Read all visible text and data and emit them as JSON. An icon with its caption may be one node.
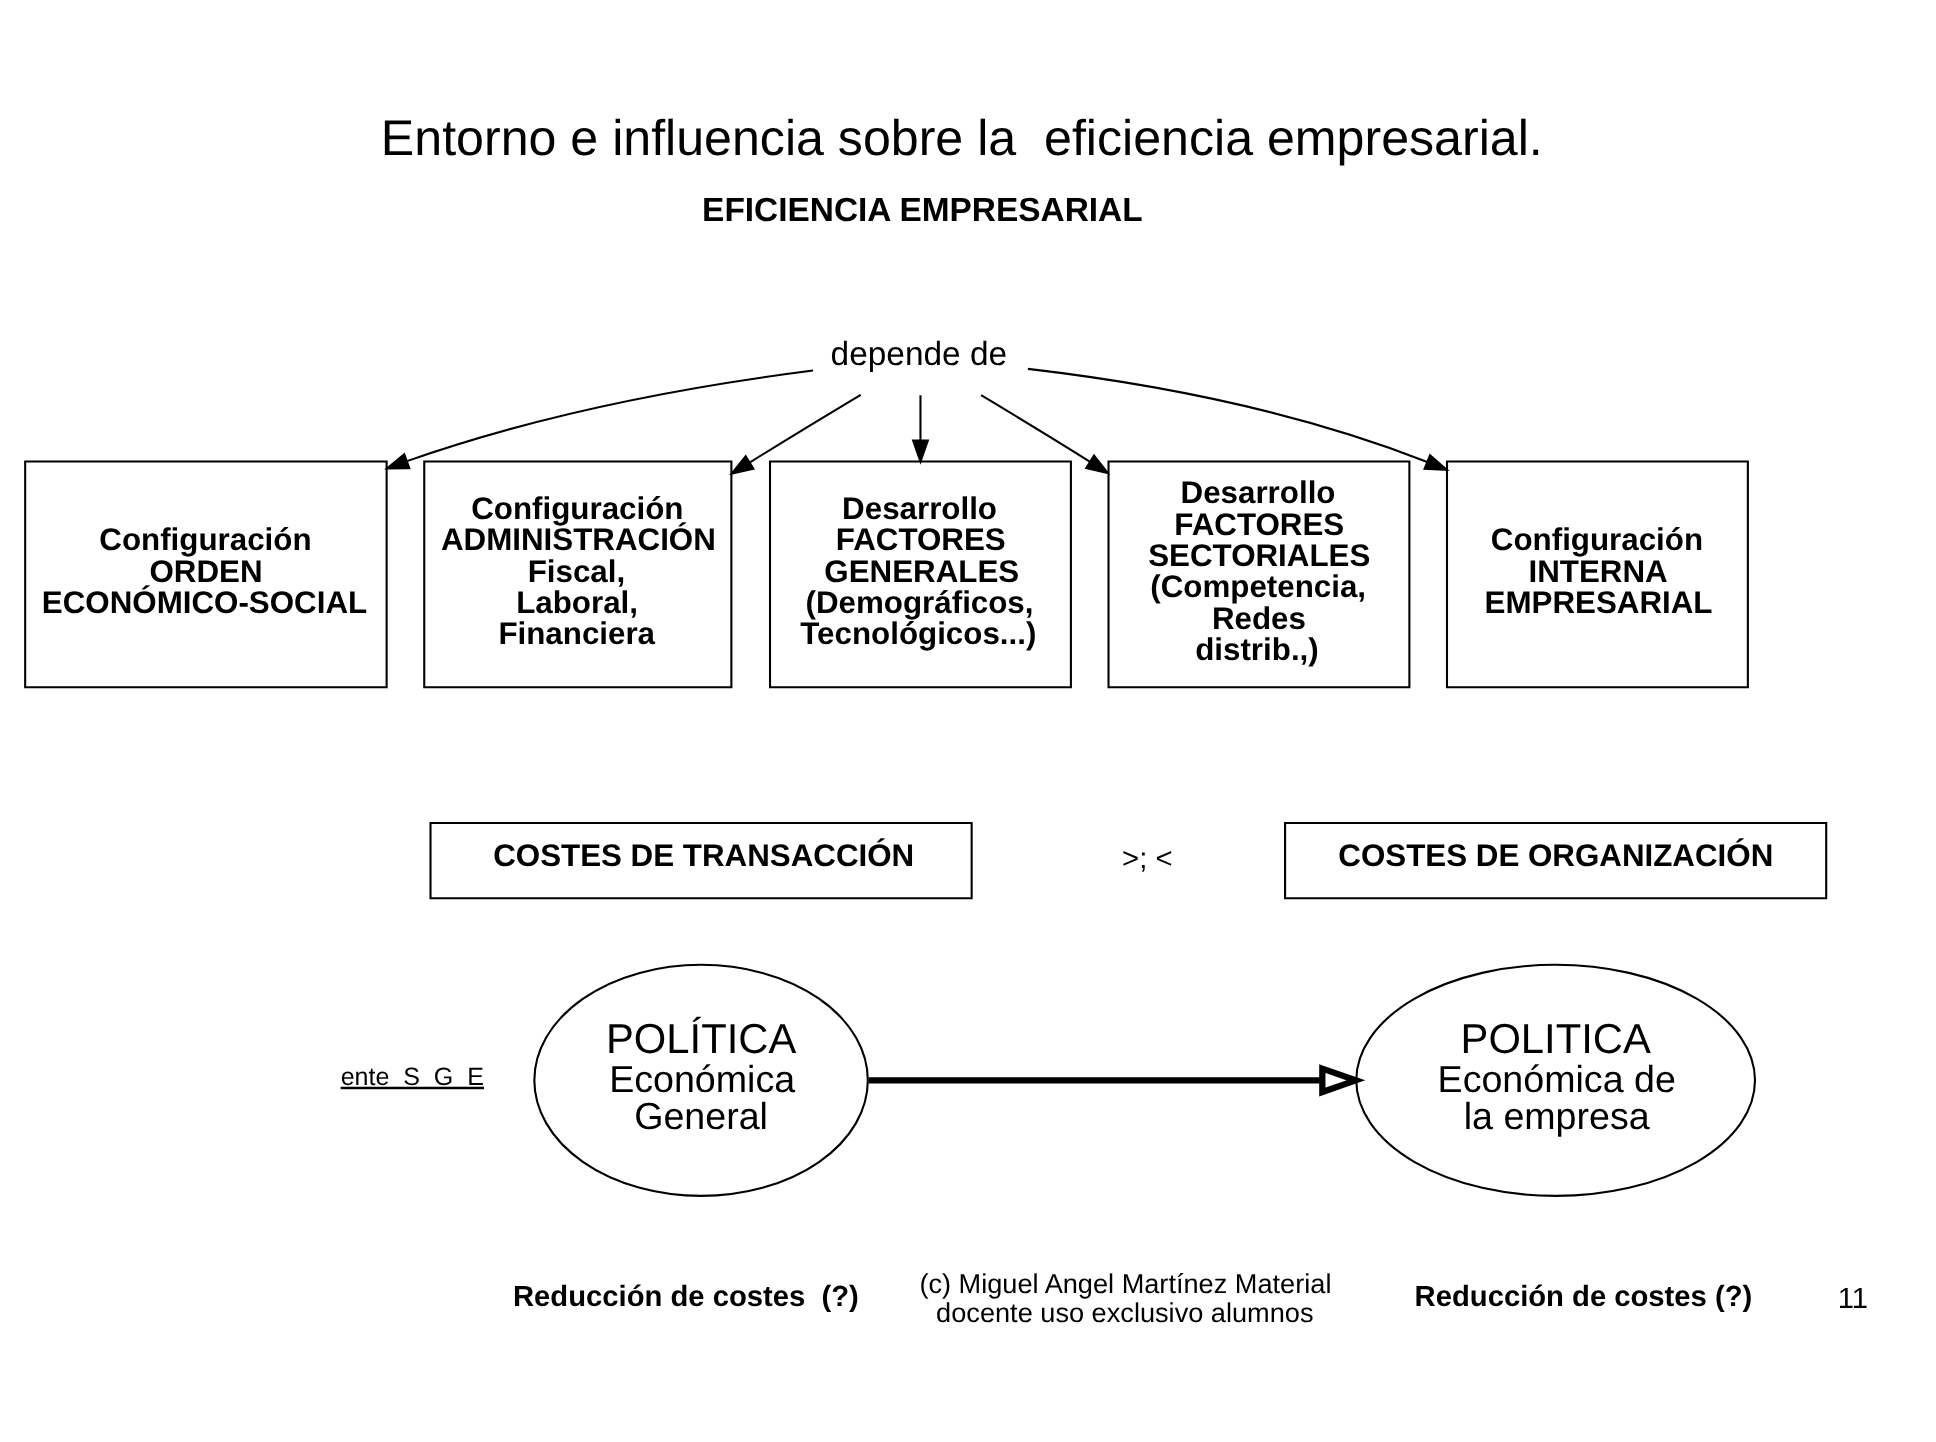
{
  "diagram": {
    "title": "Entorno e influencia sobre la  eficiencia empresarial.",
    "nodes": [
      {
        "text": [
          "depende de"
        ]
      },
      {
        "text": [
          "Configuración ORDEN ECONÓMICO-SOCIAL"
        ]
      },
      {
        "text": [
          "Configuración ADMINISTRACIÓN Fiscal, Laboral, Financiera"
        ]
      },
      {
        "text": [
          "Desarrollo FACTORES GENERALES (Demográficos, Tecnológicos...)"
        ]
      },
      {
        "text": [
          "Desarrollo FACTORES SECTORIALES (Competencia, Redes distrib.,)"
        ]
      },
      {
        "text": [
          "Configuración INTERNA EMPRESARIAL"
        ]
      },
      {
        "text": [
          "COSTES DE TRANSACCIÓN"
        ]
      },
      {
        "text": [
          "COSTES DE ORGANIZACIÓN"
        ]
      },
      {
        "text": [
          "POLÍTICA",
          "Económica General"
        ]
      },
      {
        "text": [
          "POLITICA",
          "Económica de la empresa"
        ]
      }
    ],
    "edges": [
      {
        "from": 0,
        "to": 1,
        "arrow": "to"
      },
      {
        "from": 0,
        "to": 2,
        "arrow": "to"
      },
      {
        "from": 0,
        "to": 3,
        "arrow": "to"
      },
      {
        "from": 0,
        "to": 4,
        "arrow": "to"
      },
      {
        "from": 0,
        "to": 5,
        "arrow": "to"
      },
      {
        "from": 8,
        "to": 9,
        "arrow": "to",
        "style": "thick"
      }
    ],
    "labels": [
      "EFICIENCIA EMPRESARIAL",
      ">; <",
      "ente  S  G  E",
      "Reducción de costes  (?)",
      "(c) Miguel Angel Martínez Material docente uso exclusivo alumnos",
      "Reducción de costes (?)",
      "11"
    ]
  }
}
